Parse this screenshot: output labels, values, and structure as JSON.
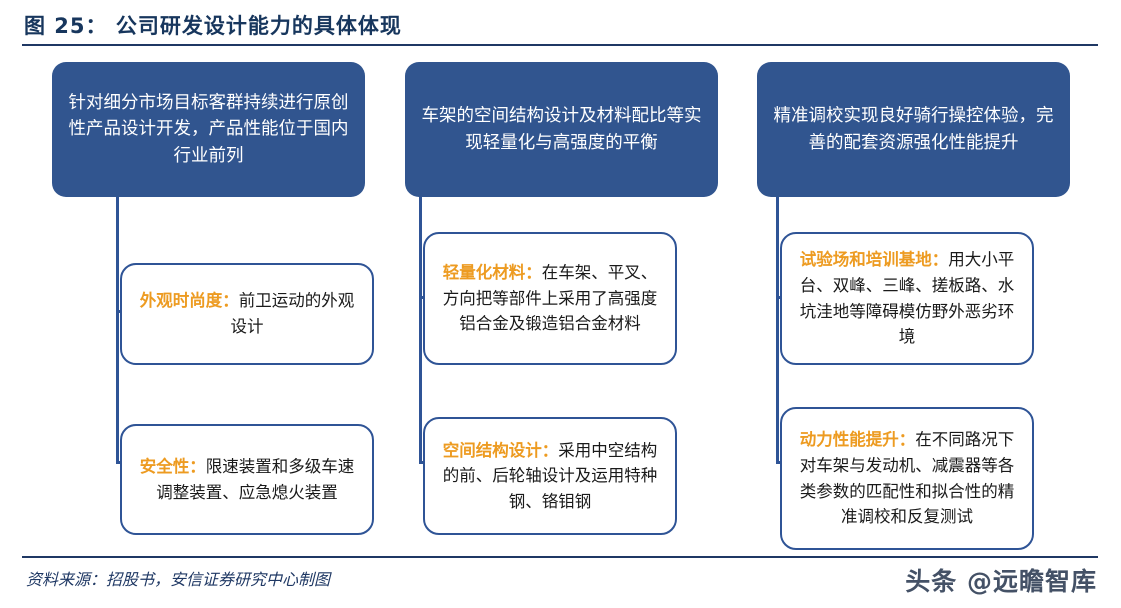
{
  "header": {
    "title": "图 25： 公司研发设计能力的具体体现",
    "title_color": "#17365d",
    "rule_color": "#1f3864"
  },
  "theme": {
    "blue_fill": "#31558f",
    "border_blue": "#2f5496",
    "accent_orange": "#ed9b21",
    "body_text": "#1a1a1a"
  },
  "diagram": {
    "type": "three-column-tree",
    "columns": [
      {
        "id": "column-1",
        "header": "针对细分市场目标客群持续进行原创性产品设计开发，产品性能位于国内行业前列",
        "leaves": [
          {
            "label": "外观时尚度：",
            "detail": "前卫运动的外观设计"
          },
          {
            "label": "安全性：",
            "detail": "限速装置和多级车速调整装置、应急熄火装置"
          }
        ]
      },
      {
        "id": "column-2",
        "header": "车架的空间结构设计及材料配比等实现轻量化与高强度的平衡",
        "leaves": [
          {
            "label": "轻量化材料：",
            "detail": "在车架、平叉、方向把等部件上采用了高强度铝合金及锻造铝合金材料"
          },
          {
            "label": "空间结构设计：",
            "detail": "采用中空结构的前、后轮轴设计及运用特种钢、铬钼钢"
          }
        ]
      },
      {
        "id": "column-3",
        "header": "精准调校实现良好骑行操控体验，完善的配套资源强化性能提升",
        "leaves": [
          {
            "label": "试验场和培训基地：",
            "detail": "用大小平台、双峰、三峰、搓板路、水坑洼地等障碍模仿野外恶劣环境"
          },
          {
            "label": "动力性能提升：",
            "detail": "在不同路况下对车架与发动机、减震器等各类参数的匹配性和拟合性的精准调校和反复测试"
          }
        ]
      }
    ]
  },
  "footer": {
    "source": "资料来源：招股书，安信证券研究中心制图",
    "watermark": "头条 @远瞻智库"
  }
}
